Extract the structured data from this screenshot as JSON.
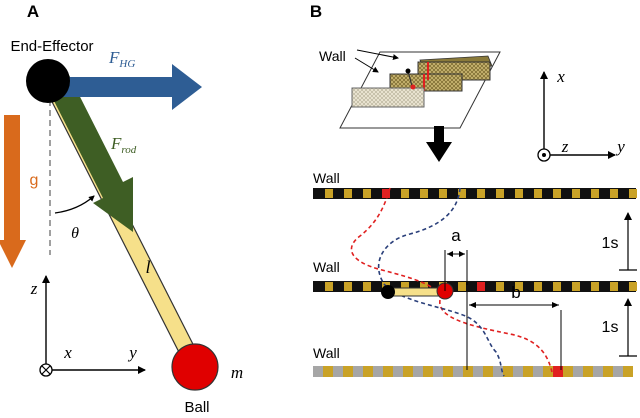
{
  "panel_a": {
    "label": "A",
    "end_effector_label": "End-Effector",
    "force_hg_label": "F",
    "force_hg_sub": "HG",
    "force_rod_label": "F",
    "force_rod_sub": "rod",
    "gravity_label": "g",
    "angle_label": "θ",
    "length_label": "l",
    "mass_label": "m",
    "ball_label": "Ball",
    "axis_z": "z",
    "axis_x": "x",
    "axis_y": "y"
  },
  "panel_b": {
    "label": "B",
    "inset_wall_label": "Wall",
    "axis_x": "x",
    "axis_z": "z",
    "axis_y": "y",
    "wall_top_label": "Wall",
    "wall_mid_label": "Wall",
    "wall_bot_label": "Wall",
    "dim_a": "a",
    "dim_b": "b",
    "spacing_top": "1s",
    "spacing_bot": "1s"
  },
  "colors": {
    "rod": "#f6e08a",
    "ball": "#e00000",
    "force_hg": "#2e5d94",
    "force_rod": "#3e5e24",
    "gravity": "#d96a1c",
    "wall_dark": "#111111",
    "wall_gold": "#c9a227",
    "wall_red": "#e02020",
    "wall_gray": "#a6a6a6",
    "path_red": "#e02020",
    "path_blue": "#2a3f7a"
  }
}
